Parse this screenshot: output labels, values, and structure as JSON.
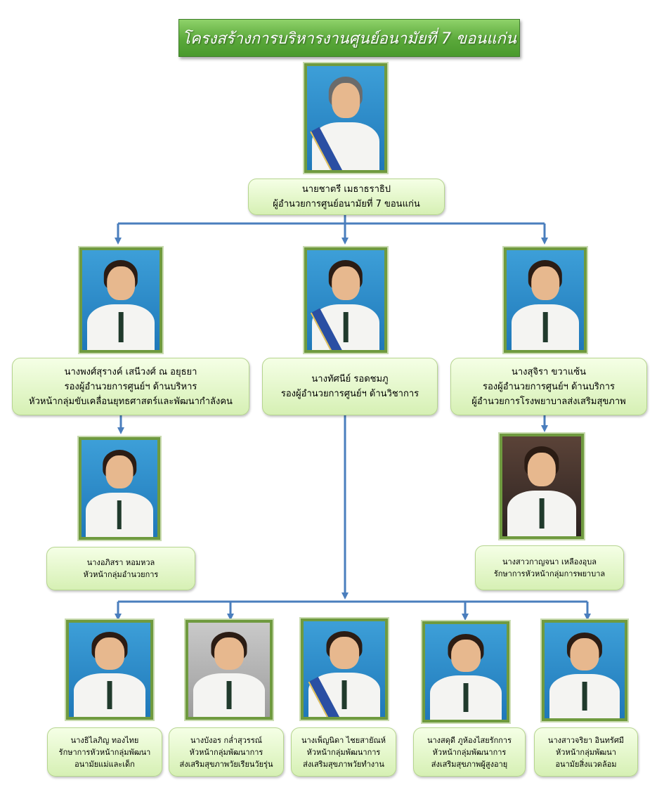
{
  "title": "โครงสร้างการบริหารงานศูนย์อนามัยที่  7 ขอนแก่น",
  "colors": {
    "title_green": "#5aa83a",
    "box_fill": "#e4f6c9",
    "connector_blue": "#4a7ebd",
    "photo_frame": "#6f9a3f"
  },
  "director": {
    "name": "นายชาตรี เมธาธราธิป",
    "position": "ผู้อำนวยการศูนย์อนามัยที่  7 ขอนแก่น"
  },
  "deputies": [
    {
      "name": "นางพงศ์สุรางค์  เสนีวงศ์ ณ อยุธยา",
      "position": "รองผู้อำนวยการศูนย์ฯ ด้านบริหาร",
      "extra": "หัวหน้ากลุ่มขับเคลื่อนยุทธศาสตร์และพัฒนากำลังคน"
    },
    {
      "name": "นางทัศนีย์  รอดชมภู",
      "position": "รองผู้อำนวยการศูนย์ฯ ด้านวิชาการ"
    },
    {
      "name": "นางสุจิรา  ขวาแซ้น",
      "position": "รองผู้อำนวยการศูนย์ฯ ด้านบริการ",
      "extra": "ผู้อำนวยการโรงพยาบาลส่งเสริมสุขภาพ"
    }
  ],
  "sub_left": {
    "name": "นางอภิสรา   หอมหวล",
    "position": "หัวหน้ากลุ่มอำนวยการ"
  },
  "sub_right": {
    "name": "นางสาวกาญจนา  เหลืองอุบล",
    "position": "รักษาการหัวหน้ากลุ่มการพยาบาล"
  },
  "heads": [
    {
      "name": "นางธิไลภิญ  ทองไทย",
      "line1": "รักษาการหัวหน้ากลุ่มพัฒนา",
      "line2": "อนามัยแม่และเด็ก"
    },
    {
      "name": "นางบังอร  กล่ำสุวรรณ์",
      "line1": "หัวหน้ากลุ่มพัฒนาการ",
      "line2": "ส่งเสริมสุขภาพวัยเรียนวัยรุ่น"
    },
    {
      "name": "นางเพ็ญนิดา  ไชยสายัณห์",
      "line1": "หัวหน้ากลุ่มพัฒนาการ",
      "line2": "ส่งเสริมสุขภาพวัยทำงาน"
    },
    {
      "name": "นางสดุดี ภูห้องไสยรักการ",
      "line1": "หัวหน้ากลุ่มพัฒนาการ",
      "line2": "ส่งเสริมสุขภาพผู้สูงอายุ"
    },
    {
      "name": "นางสาวจริยา  อินทรัศมี",
      "line1": "หัวหน้ากลุ่มพัฒนา",
      "line2": "อนามัยสิ่งแวดล้อม"
    }
  ]
}
